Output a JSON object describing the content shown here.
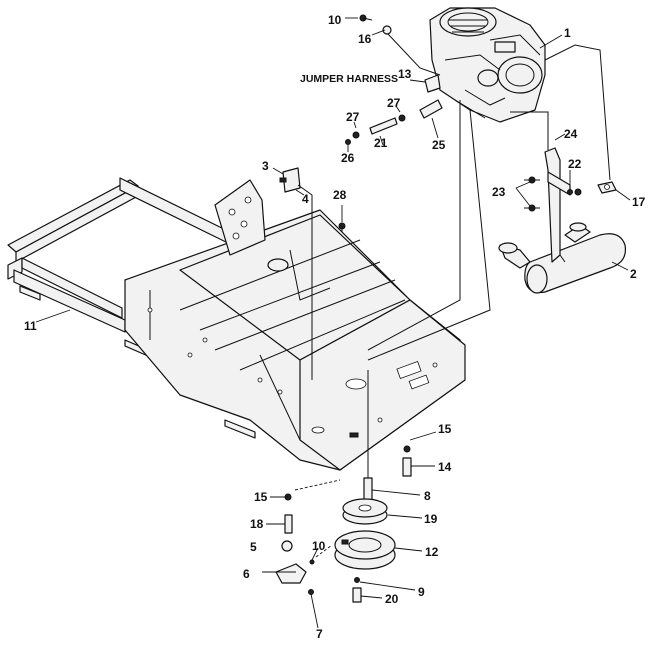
{
  "callouts": {
    "c1": "1",
    "c2": "2",
    "c3": "3",
    "c4": "4",
    "c5": "5",
    "c6": "6",
    "c7": "7",
    "c8": "8",
    "c9": "9",
    "c10a": "10",
    "c10b": "10",
    "c11": "11",
    "c12": "12",
    "c13": "13",
    "c14": "14",
    "c15a": "15",
    "c15b": "15",
    "c16": "16",
    "c17": "17",
    "c18": "18",
    "c19": "19",
    "c20": "20",
    "c21": "21",
    "c22": "22",
    "c23": "23",
    "c24": "24",
    "c25": "25",
    "c26": "26",
    "c27a": "27",
    "c27b": "27",
    "c28": "28"
  },
  "labels": {
    "jumper_harness": "JUMPER HARNESS"
  }
}
